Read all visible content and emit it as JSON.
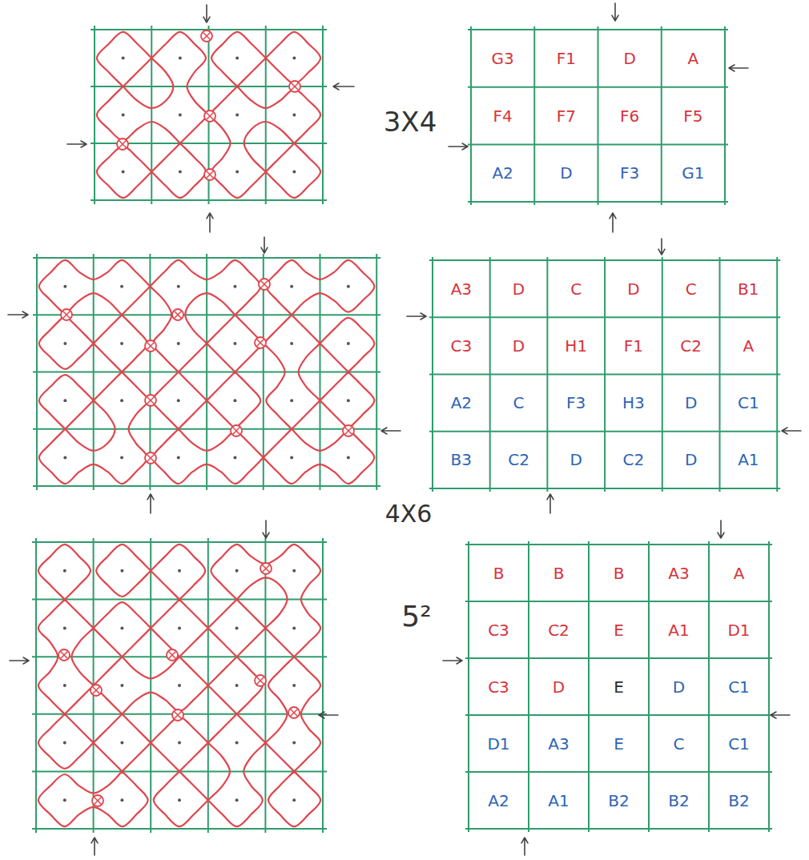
{
  "diagram": {
    "labels": [
      "G3",
      "F1",
      "D",
      "A",
      "F4",
      "F7",
      "F6",
      "F5",
      "A2",
      "D",
      "F3",
      "G1",
      "3X4",
      "A3",
      "D",
      "C",
      "D",
      "C",
      "B1",
      "C3",
      "D",
      "H1",
      "F1",
      "C2",
      "A",
      "A2",
      "C",
      "F3",
      "H3",
      "D",
      "C1",
      "B3",
      "C2",
      "D",
      "C2",
      "D",
      "A1",
      "4X6",
      "B",
      "B",
      "B",
      "A3",
      "A",
      "C3",
      "C2",
      "E",
      "A1",
      "D1",
      "C3",
      "D",
      "E",
      "D",
      "C1",
      "D1",
      "A3",
      "E",
      "C",
      "C1",
      "A2",
      "A1",
      "B2",
      "B2",
      "B2",
      "5²"
    ]
  }
}
